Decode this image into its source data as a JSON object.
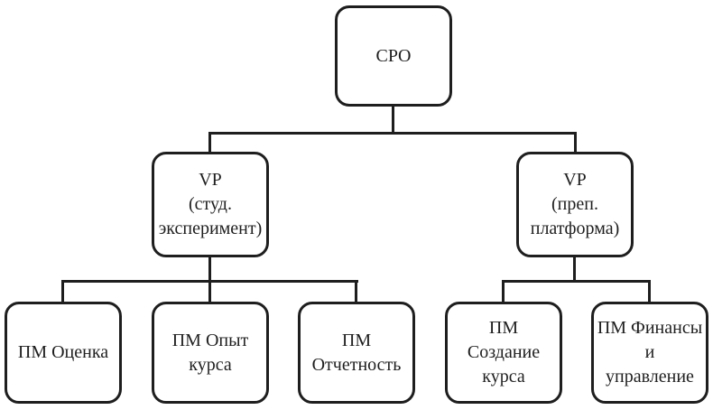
{
  "diagram": {
    "type": "org-chart",
    "colors": {
      "background": "#ffffff",
      "box_fill": "#ffffff",
      "box_border": "#1e1e1e",
      "line": "#1e1e1e",
      "text": "#1f1f1f"
    },
    "nodes": {
      "cpo": {
        "label": "CPO"
      },
      "vp_student": {
        "label": "VP\n(студ.\nэксперимент)"
      },
      "vp_platform": {
        "label": "VP\n(преп.\nплатформа)"
      },
      "pm_assessment": {
        "label": "ПМ Оценка"
      },
      "pm_course_experience": {
        "label": "ПМ Опыт\nкурса"
      },
      "pm_reporting": {
        "label": "ПМ\nОтчетность"
      },
      "pm_course_creation": {
        "label": "ПМ\nСоздание\nкурса"
      },
      "pm_finance": {
        "label": "ПМ Финансы\nи\nуправление"
      }
    },
    "edges": [
      {
        "from": "cpo",
        "to": "vp_student"
      },
      {
        "from": "cpo",
        "to": "vp_platform"
      },
      {
        "from": "vp_student",
        "to": "pm_assessment"
      },
      {
        "from": "vp_student",
        "to": "pm_course_experience"
      },
      {
        "from": "vp_student",
        "to": "pm_reporting"
      },
      {
        "from": "vp_platform",
        "to": "pm_course_creation"
      },
      {
        "from": "vp_platform",
        "to": "pm_finance"
      }
    ]
  }
}
